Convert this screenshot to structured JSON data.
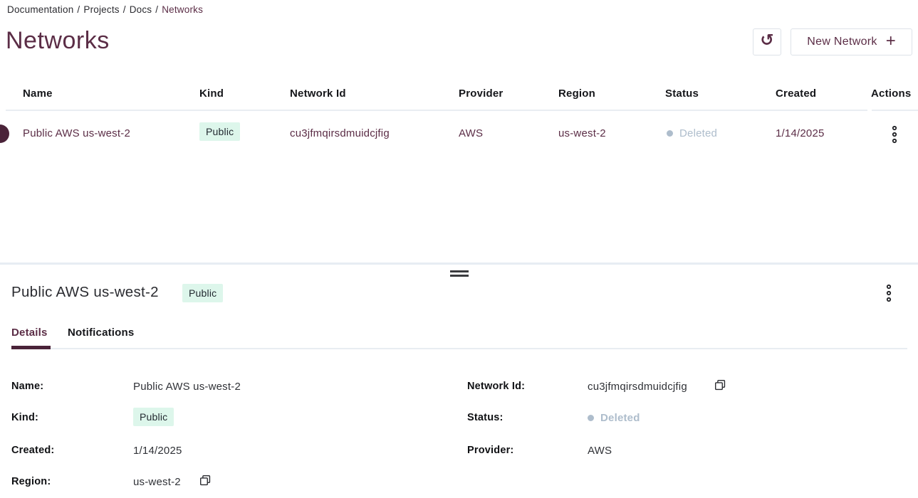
{
  "breadcrumb": {
    "separator": "/",
    "item1": "Documentation",
    "item2": "Projects",
    "item3": "Docs",
    "current": "Networks"
  },
  "page": {
    "title": "Networks"
  },
  "toolbar": {
    "refresh_icon": "rotate-ccw-icon",
    "refresh_glyph": "↺",
    "new_network_label": "New Network",
    "plus_glyph": "+"
  },
  "table": {
    "columns": [
      "Name",
      "Kind",
      "Network Id",
      "Provider",
      "Region",
      "Status",
      "Created",
      "Actions"
    ],
    "row": {
      "name": "Public AWS us-west-2",
      "kind": "Public",
      "network_id": "cu3jfmqirsdmuidcjfig",
      "provider": "AWS",
      "region": "us-west-2",
      "status": "Deleted",
      "created": "1/14/2025"
    }
  },
  "drawer": {
    "title": "Public AWS us-west-2",
    "badge": "Public",
    "tabs": [
      {
        "label": "Details",
        "active": true
      },
      {
        "label": "Notifications",
        "active": false
      }
    ],
    "details": {
      "name_label": "Name:",
      "name_value": "Public AWS us-west-2",
      "kind_label": "Kind:",
      "kind_value": "Public",
      "created_label": "Created:",
      "created_value": "1/14/2025",
      "region_label": "Region:",
      "region_value": "us-west-2",
      "network_id_label": "Network Id:",
      "network_id_value": "cu3jfmqirsdmuidcjfig",
      "status_label": "Status:",
      "status_value": "Deleted",
      "provider_label": "Provider:",
      "provider_value": "AWS"
    }
  },
  "colors": {
    "accent": "#5b2d46",
    "marker": "#4a2339",
    "badge_bg": "#ddf6eb",
    "status_muted": "#aebdcc",
    "border": "#e9edf2"
  }
}
